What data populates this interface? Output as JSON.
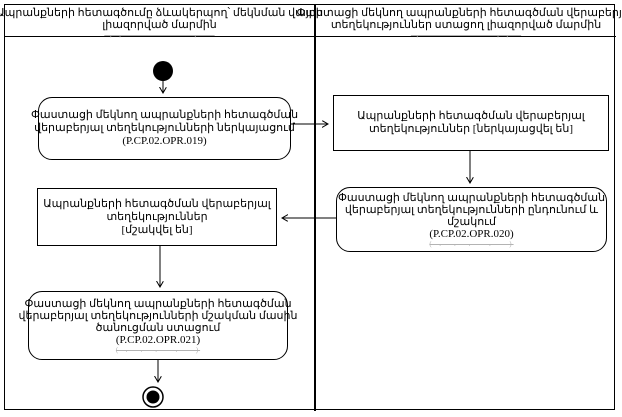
{
  "lanes": {
    "left": {
      "title_lines": [
        "Ապրանքների հետագծումը ձևակերպող՝ մեկնման վայրի",
        "լիազորված մարմին"
      ],
      "deleted_remnant": "–,–,–––––––––––––,–––"
    },
    "right": {
      "title_lines": [
        "Փաստացի մեկնող ապրանքների հետագծման վերաբերյալ",
        "տեղեկություններ ստացող լիազորված մարմին"
      ],
      "deleted_remnant": "–,––––––––––––––,–,––"
    }
  },
  "nodes": {
    "start": {
      "type": "initial-node"
    },
    "l1": {
      "type": "action",
      "lines": [
        "Փաստացի մեկնող ապրանքների հետագծման",
        "վերաբերյալ տեղեկությունների ներկայացում",
        "(P.CP.02.OPR.019)"
      ]
    },
    "r1": {
      "type": "state",
      "lines": [
        "Ապրանքների հետագծման վերաբերյալ",
        "տեղեկություններ [ներկայացվել են]"
      ]
    },
    "r2": {
      "type": "action",
      "lines": [
        "Փաստացի մեկնող ապրանքների հետագծման",
        "վերաբերյալ տեղեկությունների ընդունում և",
        "մշակում",
        "(P.CP.02.OPR.020)"
      ],
      "deleted_remnant": "(–.––.––.–––.–––)"
    },
    "l2": {
      "type": "state",
      "lines": [
        "Ապրանքների հետագծման վերաբերյալ",
        "տեղեկություններ",
        "[մշակվել են]"
      ]
    },
    "l3": {
      "type": "action",
      "lines": [
        "Փաստացի մեկնող ապրանքների հետագծման",
        "վերաբերյալ տեղեկությունների մշակման մասին",
        "ծանուցման ստացում",
        "(P.CP.02.OPR.021)"
      ],
      "deleted_remnant": "(–.––.––.–––.–––)"
    },
    "end": {
      "type": "final-node"
    }
  }
}
